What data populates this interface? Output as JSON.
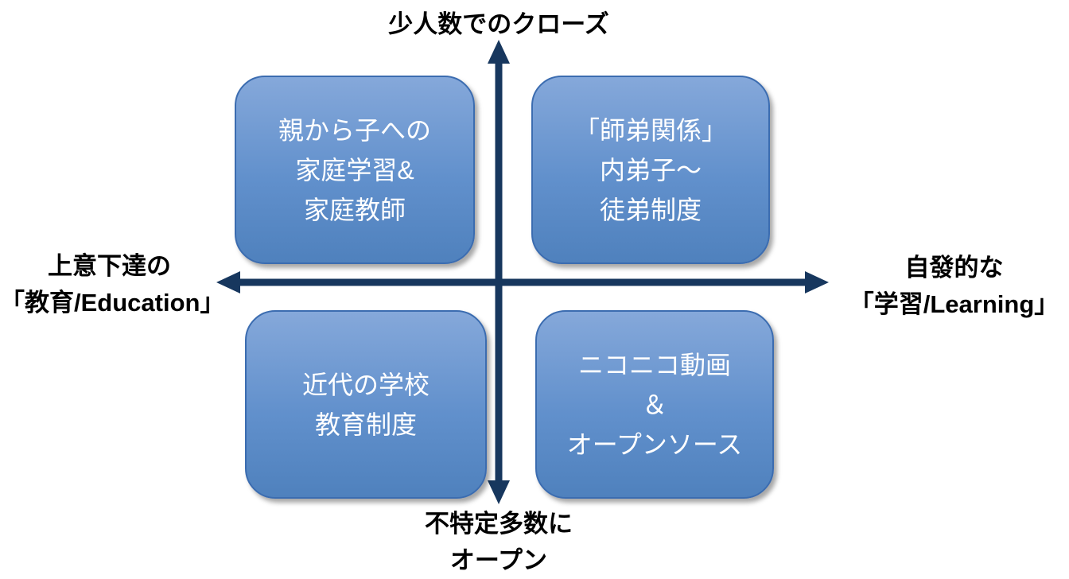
{
  "diagram": {
    "axis": {
      "top_label": "少人数でのクローズ",
      "bottom_lines": [
        "不特定多数に",
        "オープン"
      ],
      "left_lines": [
        "上意下達の",
        "「教育/Education」"
      ],
      "right_lines": [
        "自發的な",
        "「学習/Learning」"
      ]
    },
    "quadrants": {
      "top_left": {
        "lines": [
          "親から子への",
          "家庭学習&",
          "家庭教師"
        ]
      },
      "top_right": {
        "lines": [
          "「師弟関係」",
          "内弟子～",
          "徒弟制度"
        ]
      },
      "bottom_left": {
        "lines": [
          "近代の学校",
          "教育制度"
        ]
      },
      "bottom_right": {
        "lines": [
          "ニコニコ動画",
          "＆",
          "オープンソース"
        ]
      }
    },
    "colors": {
      "arrow": "#17375e",
      "box_gradient_top": "#85a8da",
      "box_gradient_mid": "#6190cc",
      "box_gradient_bottom": "#4f81bd",
      "box_border": "#3b6cb0",
      "box_text": "#ffffff",
      "label_text": "#000000"
    }
  }
}
